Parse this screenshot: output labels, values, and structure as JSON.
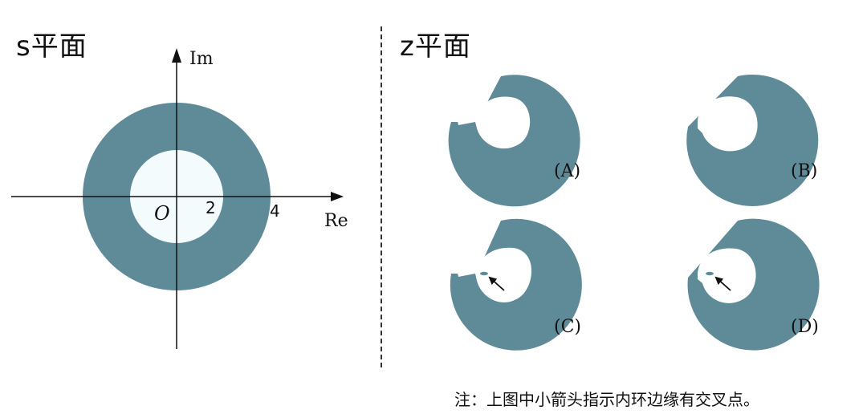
{
  "s_plane": {
    "title": "s平面",
    "x_axis_label": "Re",
    "y_axis_label": "Im",
    "origin_label": "O",
    "inner_tick": "2",
    "outer_tick": "4",
    "ring_color": "#5f8b99",
    "inner_fill": "#f3fbfc"
  },
  "z_plane": {
    "title": "z平面",
    "panels": [
      {
        "label": "(A)"
      },
      {
        "label": "(B)"
      },
      {
        "label": "(C)"
      },
      {
        "label": "(D)"
      }
    ]
  },
  "note": "注：上图中小箭头指示内环边缘有交叉点。"
}
